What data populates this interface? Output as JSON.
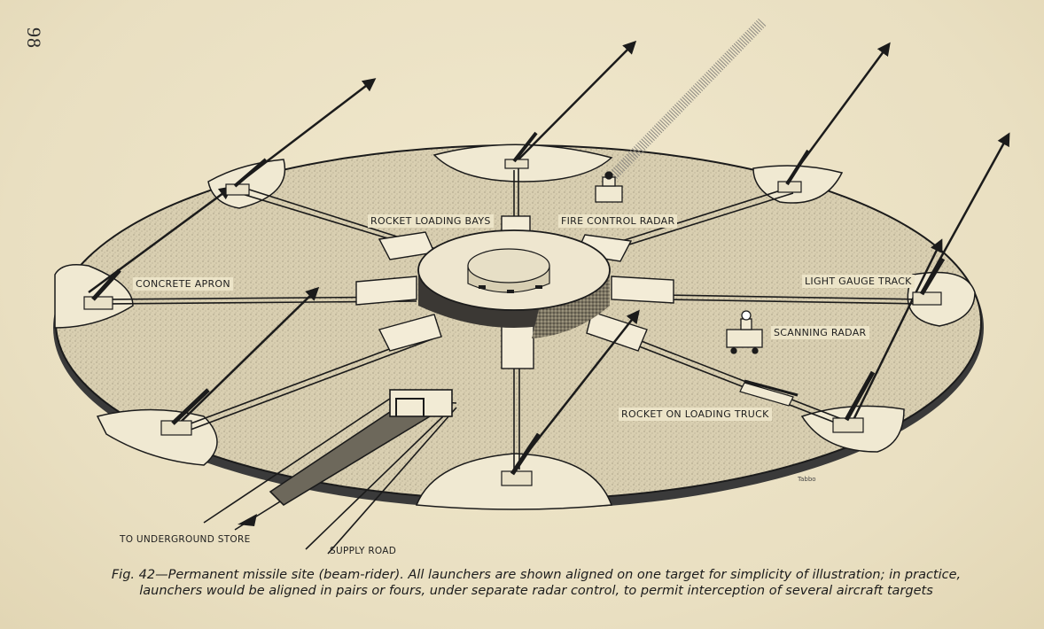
{
  "page_number": "98",
  "labels": {
    "rocket_loading_bays": "ROCKET LOADING BAYS",
    "fire_control_radar": "FIRE CONTROL RADAR",
    "concrete_apron": "CONCRETE APRON",
    "light_gauge_track": "LIGHT GAUGE TRACK",
    "scanning_radar": "SCANNING RADAR",
    "rocket_on_loading_truck": "ROCKET ON LOADING TRUCK",
    "to_underground_store": "TO UNDERGROUND STORE",
    "supply_road": "SUPPLY ROAD"
  },
  "artist_signature": "Tabbo",
  "caption": {
    "line1": "Fig. 42—Permanent missile site (beam-rider). All launchers are shown aligned on one target for simplicity of illustration; in practice,",
    "line2": "launchers would be aligned in pairs or fours, under separate radar control, to permit interception of several aircraft targets"
  }
}
